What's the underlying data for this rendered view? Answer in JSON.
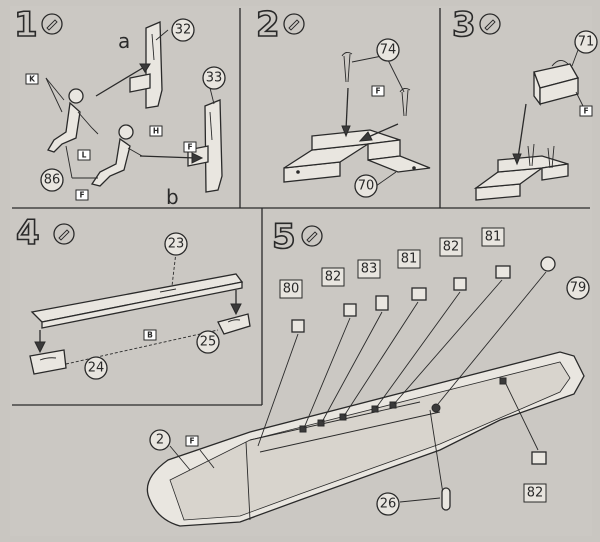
{
  "steps": [
    {
      "number": "1",
      "part_callouts": [
        "32",
        "33",
        "86"
      ],
      "variant_labels": [
        "a",
        "b"
      ],
      "tags": [
        "K",
        "F",
        "H",
        "L",
        "F"
      ]
    },
    {
      "number": "2",
      "part_callouts": [
        "74",
        "70"
      ],
      "tags": [
        "F"
      ]
    },
    {
      "number": "3",
      "part_callouts": [
        "71"
      ],
      "tags": [
        "F"
      ]
    },
    {
      "number": "4",
      "part_callouts": [
        "23",
        "25",
        "24"
      ],
      "tags": [
        "B"
      ]
    },
    {
      "number": "5",
      "part_callouts": [
        "80",
        "82",
        "83",
        "81",
        "82",
        "81",
        "79",
        "2",
        "26",
        "82"
      ],
      "tags": [
        "F"
      ]
    }
  ],
  "icons": {
    "glue": "glue-tube-icon"
  }
}
